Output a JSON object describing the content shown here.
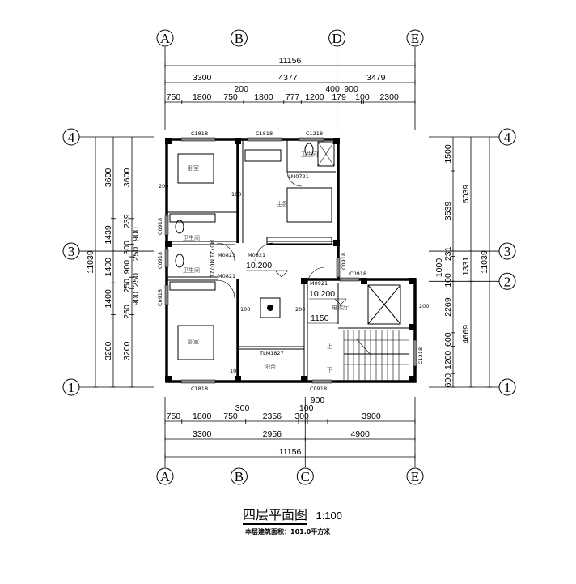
{
  "axes_x_top": [
    {
      "label": "A",
      "mm": 0
    },
    {
      "label": "B",
      "mm": 3300
    },
    {
      "label": "D",
      "mm": 7677
    },
    {
      "label": "E",
      "mm": 11156
    }
  ],
  "axes_x_bottom": [
    {
      "label": "A",
      "mm": 0
    },
    {
      "label": "B",
      "mm": 3300
    },
    {
      "label": "C",
      "mm": 6256
    },
    {
      "label": "E",
      "mm": 11156
    }
  ],
  "axes_y_left": [
    {
      "label": "4",
      "mm": 0
    },
    {
      "label": "3",
      "mm": 5039
    },
    {
      "label": "1",
      "mm": 11039
    }
  ],
  "axes_y_right": [
    {
      "label": "4",
      "mm": 0
    },
    {
      "label": "3",
      "mm": 5039
    },
    {
      "label": "2",
      "mm": 6370
    },
    {
      "label": "1",
      "mm": 11039
    }
  ],
  "dims": {
    "top_total": [
      11156
    ],
    "top_axes": [
      3300,
      4377,
      3479
    ],
    "top_detail": [
      750,
      1800,
      750,
      200,
      1800,
      777,
      1200,
      400,
      179,
      900,
      100,
      2300
    ],
    "bottom_detail": [
      750,
      1800,
      750,
      300,
      2356,
      300,
      100,
      900,
      3900
    ],
    "bottom_axes": [
      3300,
      2956,
      4900
    ],
    "bottom_total": [
      11156
    ],
    "left_total": [
      11039
    ],
    "left_axes": [
      3600,
      1439,
      1400,
      1400,
      3200
    ],
    "left_detail": [
      3600,
      239,
      900,
      300,
      250,
      900,
      250,
      250,
      900,
      250,
      3200
    ],
    "right_detail": [
      1500,
      3539,
      231,
      1000,
      100,
      2269,
      600,
      1200,
      600
    ],
    "right_axes": [
      5039,
      1331,
      4669
    ],
    "right_total": [
      11039
    ]
  },
  "windows": {
    "c1818": "C1818",
    "c1218": "C1218",
    "c0918": "C0918"
  },
  "doors": {
    "m0821": "M0821",
    "m0921": "M0921",
    "m0721": "M0721",
    "lm0721": "LM0721",
    "tlm1827": "TLM1827"
  },
  "rooms": {
    "bedroom": "卧室",
    "master": "主卧",
    "bath": "卫生间",
    "elevator_hall": "电梯厅",
    "balcony": "阳台",
    "up": "上",
    "down": "下"
  },
  "levels": {
    "level1": "10.200",
    "level2": "10.200",
    "width_1150": "1150"
  },
  "wall_labels": {
    "w200": "200",
    "w100": "100"
  },
  "title": {
    "name": "四层平面图",
    "scale": "1:100",
    "area": "本层建筑面积：101.0平方米"
  }
}
